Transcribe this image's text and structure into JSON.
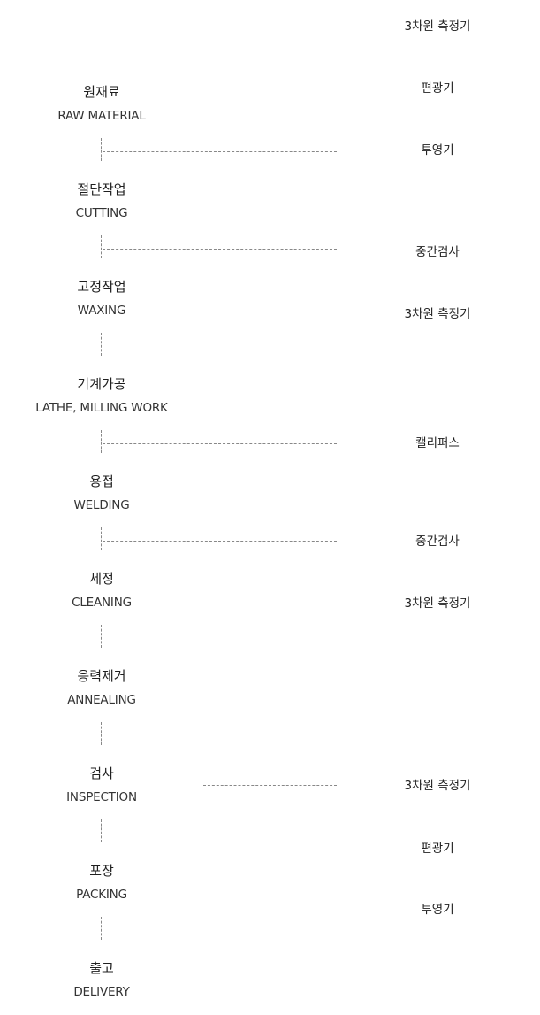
{
  "steps": [
    {
      "ko": "원재료",
      "en": "RAW MATERIAL"
    },
    {
      "ko": "절단작업",
      "en": "CUTTING"
    },
    {
      "ko": "고정작업",
      "en": "WAXING"
    },
    {
      "ko": "기계가공",
      "en": "LATHE, MILLING WORK"
    },
    {
      "ko": "용접",
      "en": "WELDING"
    },
    {
      "ko": "세정",
      "en": "CLEANING"
    },
    {
      "ko": "응력제거",
      "en": "ANNEALING"
    },
    {
      "ko": "검사",
      "en": "INSPECTION"
    },
    {
      "ko": "포장",
      "en": "PACKING"
    },
    {
      "ko": "출고",
      "en": "DELIVERY"
    }
  ],
  "inspection_tools": [
    "3차원 측정기",
    "편광기",
    "투영기",
    "중간검사",
    "3차원 측정기",
    "캘리퍼스",
    "중간검사",
    "3차원 측정기",
    "3차원 측정기",
    "편광기",
    "투영기"
  ]
}
